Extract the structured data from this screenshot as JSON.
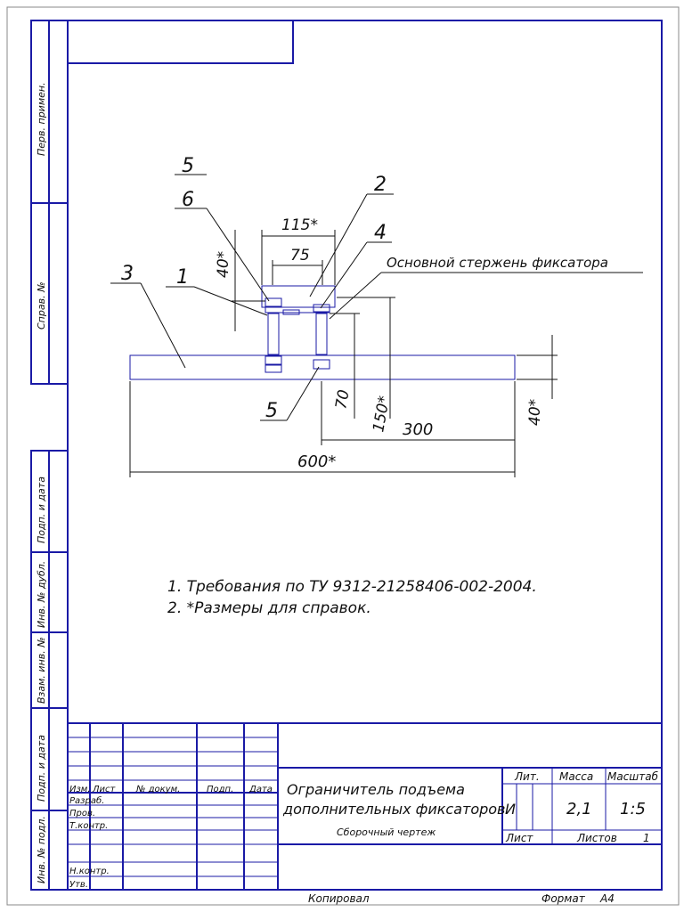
{
  "side_labels": {
    "perv_primen": "Перв. примен.",
    "sprav_no": "Справ. №",
    "podp_data_1": "Подп. и дата",
    "inv_dubl": "Инв. № дубл.",
    "vzam_inv": "Взам. инв. №",
    "podp_data_2": "Подп. и дата",
    "inv_podl": "Инв. № подл."
  },
  "drawing": {
    "callouts": {
      "c5_top": "5",
      "c6": "6",
      "c2": "2",
      "c4": "4",
      "c3": "3",
      "c1": "1",
      "c5_bottom": "5"
    },
    "dimensions": {
      "d115": "115*",
      "d75": "75",
      "d40_left": "40*",
      "d70": "70",
      "d150": "150*",
      "d300": "300",
      "d40_right": "40*",
      "d600": "600*"
    },
    "leader_label": "Основной стержень фиксатора"
  },
  "notes": [
    "1. Требования по ТУ 9312-21258406-002-2004.",
    "2. *Размеры для справок."
  ],
  "title_block": {
    "headers": {
      "izm": "Изм.",
      "list": "Лист",
      "doc_no": "№ докум.",
      "podp": "Подп.",
      "data": "Дата"
    },
    "roles": {
      "razrab": "Разраб.",
      "prov": "Пров.",
      "tkontr": "Т.контр.",
      "nkontr": "Н.контр.",
      "utv": "Утв."
    },
    "title_line1": "Ограничитель подъема",
    "title_line2": "дополнительных фиксаторов",
    "subtitle": "Сборочный чертеж",
    "lit_label": "Лит.",
    "massa_label": "Масса",
    "masshtab_label": "Масштаб",
    "lit_value": "И",
    "massa_value": "2,1",
    "masshtab_value": "1:5",
    "list_label": "Лист",
    "listov_label": "Листов",
    "listov_value": "1"
  },
  "footer": {
    "kopiroval": "Копировал",
    "format_label": "Формат",
    "format_value": "А4"
  }
}
